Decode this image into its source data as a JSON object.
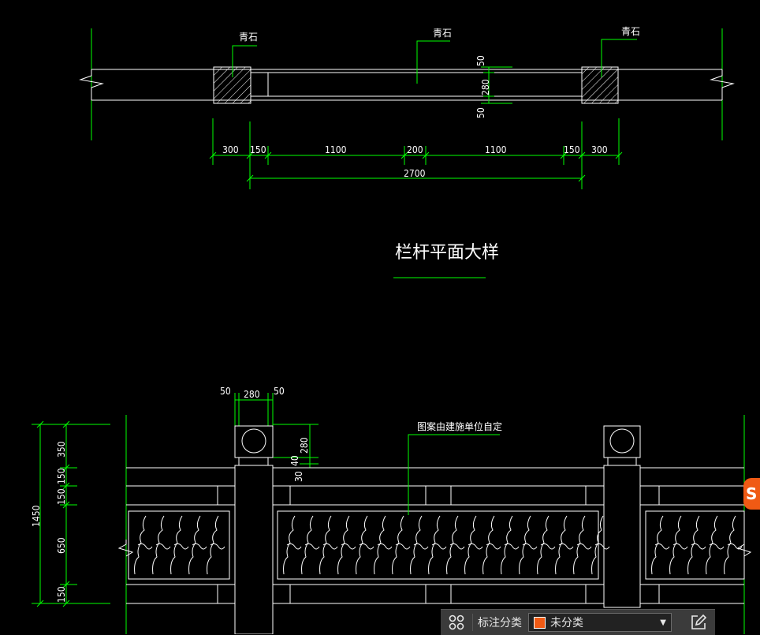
{
  "plan": {
    "labels": {
      "left_stone": "青石",
      "middle_stone": "青石",
      "right_stone": "青石"
    },
    "dims_row1": [
      "300",
      "150",
      "1100",
      "200",
      "1100",
      "150",
      "300"
    ],
    "dim_total": "2700",
    "dims_vertical": [
      "50",
      "280",
      "50"
    ],
    "title": "栏杆平面大样"
  },
  "elevation": {
    "top_dims": [
      "50",
      "280",
      "50"
    ],
    "post_dims": [
      "280",
      "40",
      "30"
    ],
    "left_dims": [
      "350",
      "150",
      "150",
      "650",
      "150"
    ],
    "total_height": "1450",
    "pattern_note": "图案由建施单位自定"
  },
  "toolbar": {
    "label": "标注分类",
    "select_value": "未分类",
    "swatch_color": "#f05a14"
  },
  "colors": {
    "lines": "#ffffff",
    "dimensions": "#00ff00",
    "background": "#000000"
  }
}
